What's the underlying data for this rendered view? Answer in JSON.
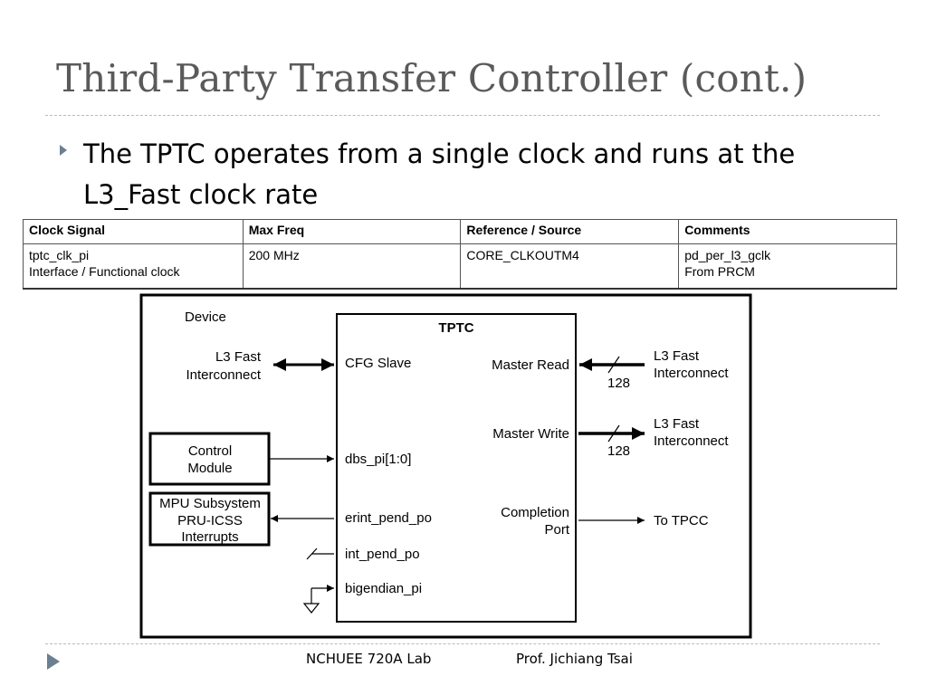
{
  "slide": {
    "title": "Third-Party Transfer Controller (cont.)",
    "bullet": "The TPTC operates from a single clock and runs at the L3_Fast clock rate"
  },
  "table": {
    "headers": [
      "Clock Signal",
      "Max Freq",
      "Reference / Source",
      "Comments"
    ],
    "row": {
      "signal": [
        "tptc_clk_pi",
        "Interface / Functional clock"
      ],
      "max_freq": "200 MHz",
      "source": "CORE_CLKOUTM4",
      "comments": [
        "pd_per_l3_gclk",
        "From PRCM"
      ]
    }
  },
  "diagram": {
    "device_label": "Device",
    "core_label": "TPTC",
    "left_labels": {
      "l3_fast": [
        "L3 Fast",
        "Interconnect"
      ],
      "control_module": [
        "Control",
        "Module"
      ],
      "mpu": [
        "MPU Subsystem",
        "PRU-ICSS",
        "Interrupts"
      ]
    },
    "ports_left": {
      "cfg_slave": "CFG Slave",
      "dbs": "dbs_pi[1:0]",
      "erint": "erint_pend_po",
      "int_pend": "int_pend_po",
      "bigendian": "bigendian_pi"
    },
    "ports_right": {
      "master_read": "Master Read",
      "master_write": "Master Write",
      "completion": [
        "Completion",
        "Port"
      ]
    },
    "right_labels": {
      "read_target": [
        "L3 Fast",
        "Interconnect"
      ],
      "write_target": [
        "L3 Fast",
        "Interconnect"
      ],
      "tpcc": "To TPCC"
    },
    "bus_width_read": "128",
    "bus_width_write": "128"
  },
  "footer": {
    "lab": "NCHUEE 720A Lab",
    "author": "Prof. Jichiang Tsai"
  }
}
